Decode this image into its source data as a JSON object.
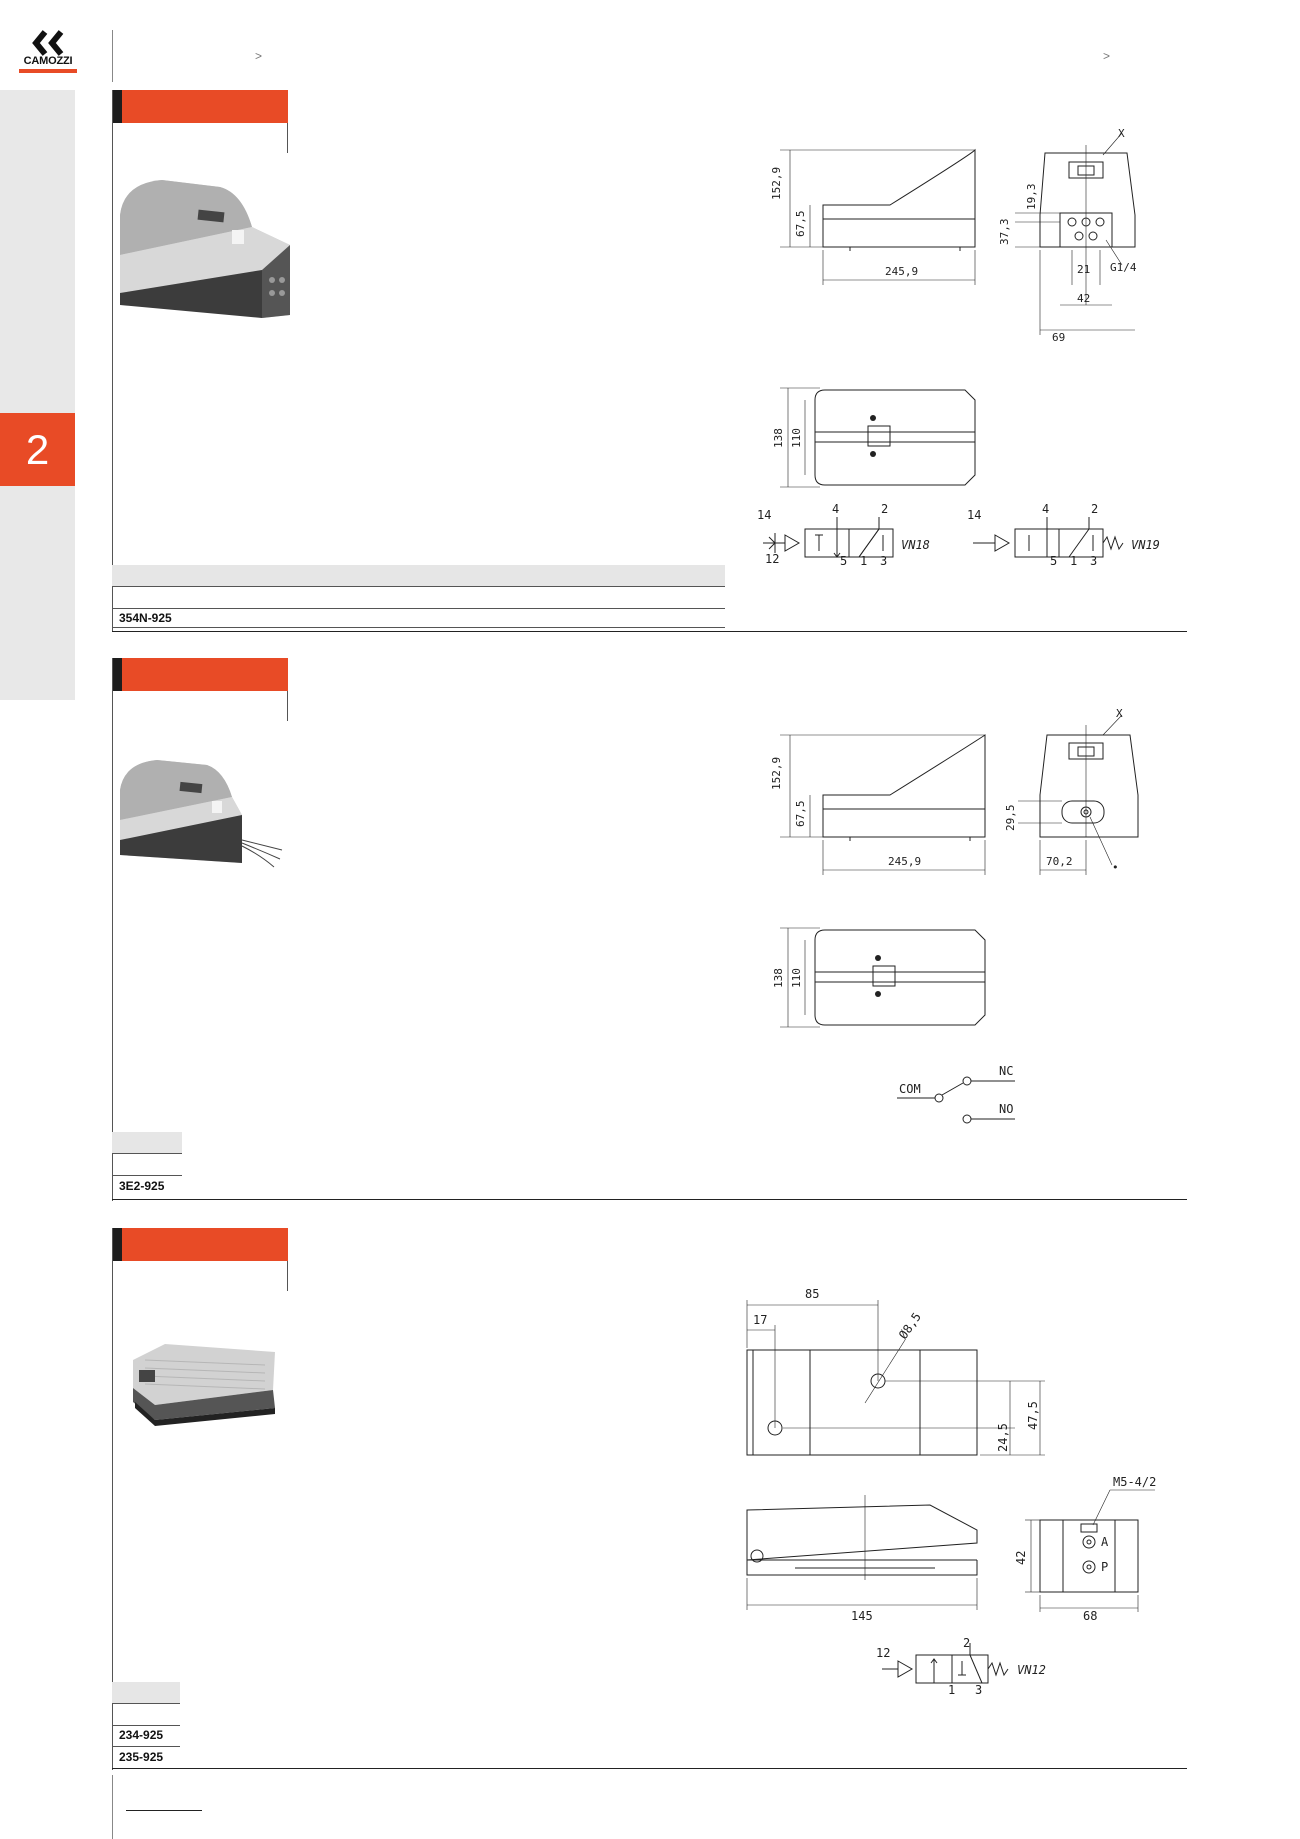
{
  "brand": {
    "name": "CAMOZZI"
  },
  "header": {
    "arrow_left": ">",
    "arrow_right": ">"
  },
  "side_tab": {
    "number": "2"
  },
  "sections": [
    {
      "code": "354N-925",
      "dims": {
        "height": "152,9",
        "base_height": "67,5",
        "length": "245,9",
        "front_a": "19,3",
        "front_b": "37,3",
        "port_spacing": "21",
        "port": "G1/4",
        "width_a": "42",
        "width_b": "69",
        "marker": "X",
        "top_width": "138",
        "top_inner": "110"
      },
      "symbols": [
        {
          "name": "VN18",
          "ports": [
            "14",
            "12",
            "4",
            "2",
            "5",
            "1",
            "3"
          ]
        },
        {
          "name": "VN19",
          "ports": [
            "14",
            "4",
            "2",
            "5",
            "1",
            "3"
          ]
        }
      ]
    },
    {
      "code": "3E2-925",
      "dims": {
        "height": "152,9",
        "base_height": "67,5",
        "length": "245,9",
        "front_h": "29,5",
        "front_w": "70,2",
        "marker": "X",
        "dot": "•",
        "top_width": "138",
        "top_inner": "110"
      },
      "switch": {
        "com": "COM",
        "nc": "NC",
        "no": "NO"
      }
    },
    {
      "codes": [
        "234-925",
        "235-925"
      ],
      "dims": {
        "hole_dist": "85",
        "edge": "17",
        "hole_dia": "Ø8,5",
        "h_a": "47,5",
        "h_b": "24,5",
        "length": "145",
        "height": "42",
        "width": "68",
        "thread": "M5-4/2",
        "port_a": "A",
        "port_p": "P"
      },
      "symbol": {
        "name": "VN12",
        "ports": [
          "12",
          "2",
          "1",
          "3"
        ]
      }
    }
  ]
}
